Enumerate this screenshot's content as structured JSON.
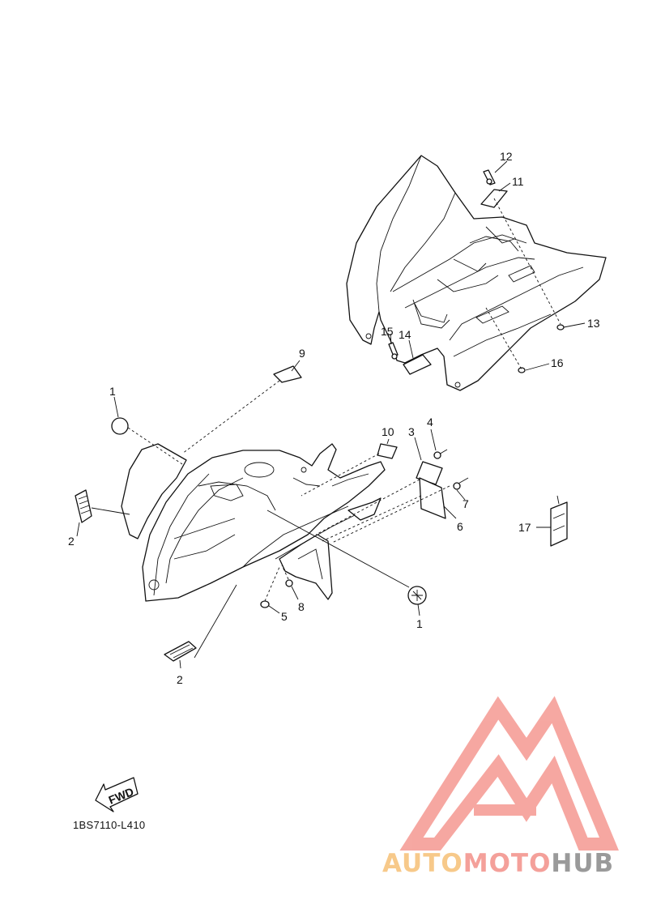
{
  "callouts": {
    "c1a": "1",
    "c1b": "1",
    "c2a": "2",
    "c2b": "2",
    "c3": "3",
    "c4": "4",
    "c5": "5",
    "c6": "6",
    "c7": "7",
    "c8": "8",
    "c9": "9",
    "c10": "10",
    "c11": "11",
    "c12": "12",
    "c13": "13",
    "c14": "14",
    "c15": "15",
    "c16": "16",
    "c17": "17"
  },
  "fwd_label": "FWD",
  "diagram_code": "1BS7110-L410",
  "watermark": {
    "part1": "AUTO",
    "part2": "MOTO",
    "part3": "HUB",
    "colors": {
      "auto": "#f7c98a",
      "moto": "#f4a09a",
      "hub": "#9a9a9a",
      "logo": "#f6a39d"
    }
  }
}
